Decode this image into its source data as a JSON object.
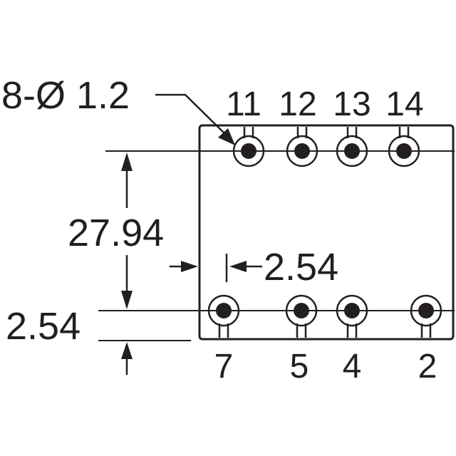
{
  "diagram": {
    "hole_callout": "8-Ø 1.2",
    "row_spacing": "27.94",
    "pitch_horizontal": "2.54",
    "pitch_vertical": "2.54",
    "top_pins": [
      "11",
      "12",
      "13",
      "14"
    ],
    "bottom_pins": [
      "7",
      "5",
      "4",
      "2"
    ],
    "line_color": "#231f20"
  }
}
